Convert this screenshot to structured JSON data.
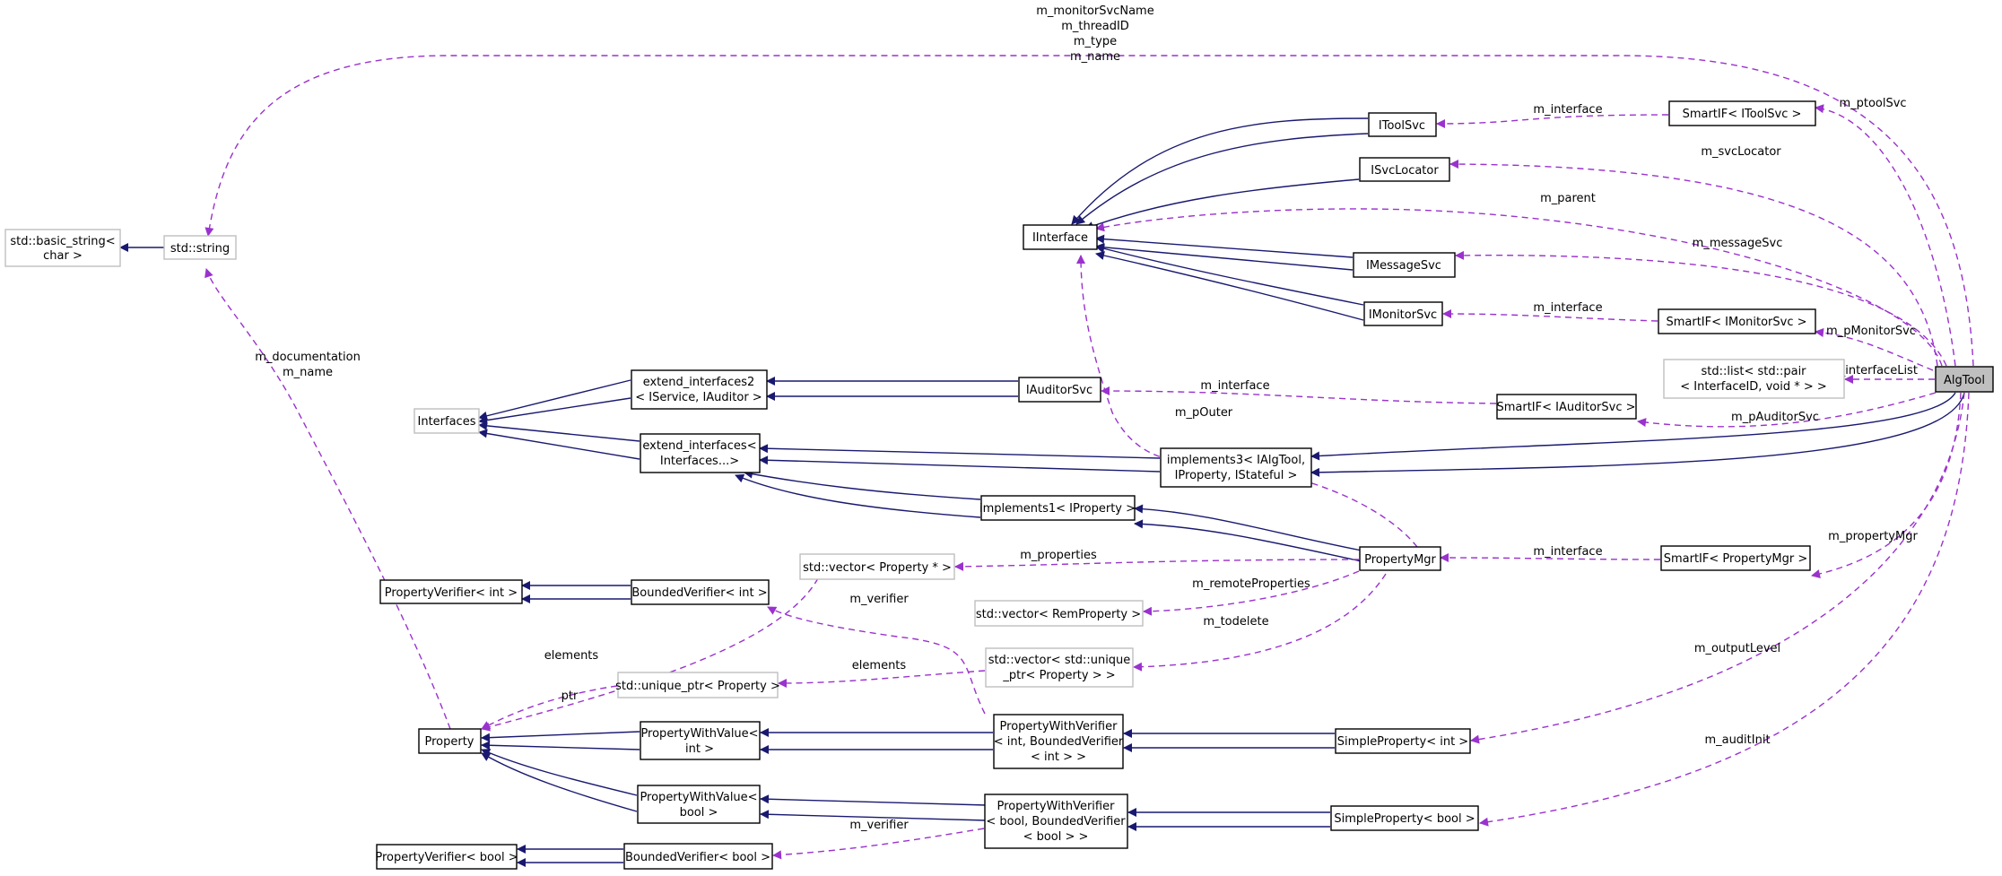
{
  "diagram": {
    "type": "class-collaboration-graph",
    "nodes": [
      {
        "id": "algtool",
        "lines": [
          "AlgTool"
        ],
        "style": "highlight"
      },
      {
        "id": "std-string",
        "lines": [
          "std::string"
        ],
        "style": "grey"
      },
      {
        "id": "std-basic-string",
        "lines": [
          "std::basic_string<",
          "char >"
        ],
        "style": "grey"
      },
      {
        "id": "iinterface",
        "lines": [
          "IInterface"
        ],
        "style": "normal"
      },
      {
        "id": "itoolsvc",
        "lines": [
          "IToolSvc"
        ],
        "style": "normal"
      },
      {
        "id": "isvclocator",
        "lines": [
          "ISvcLocator"
        ],
        "style": "normal"
      },
      {
        "id": "imessagesvc",
        "lines": [
          "IMessageSvc"
        ],
        "style": "normal"
      },
      {
        "id": "imonitorsvc",
        "lines": [
          "IMonitorSvc"
        ],
        "style": "normal"
      },
      {
        "id": "smartif-itoolsvc",
        "lines": [
          "SmartIF< IToolSvc >"
        ],
        "style": "normal"
      },
      {
        "id": "smartif-imonitorsvc",
        "lines": [
          "SmartIF< IMonitorSvc >"
        ],
        "style": "normal"
      },
      {
        "id": "std-list",
        "lines": [
          "std::list< std::pair",
          "< InterfaceID, void * > >"
        ],
        "style": "grey"
      },
      {
        "id": "interfaces",
        "lines": [
          "Interfaces"
        ],
        "style": "grey"
      },
      {
        "id": "extend-interfaces2",
        "lines": [
          "extend_interfaces2",
          "< IService, IAuditor >"
        ],
        "style": "normal"
      },
      {
        "id": "iauditorsvc",
        "lines": [
          "IAuditorSvc"
        ],
        "style": "normal"
      },
      {
        "id": "smartif-iauditorsvc",
        "lines": [
          "SmartIF< IAuditorSvc >"
        ],
        "style": "normal"
      },
      {
        "id": "extend-interfaces",
        "lines": [
          "extend_interfaces<",
          "Interfaces...>"
        ],
        "style": "normal"
      },
      {
        "id": "implements3",
        "lines": [
          "implements3< IAlgTool,",
          "IProperty, IStateful >"
        ],
        "style": "normal"
      },
      {
        "id": "implements1",
        "lines": [
          "implements1< IProperty >"
        ],
        "style": "normal"
      },
      {
        "id": "propertymgr",
        "lines": [
          "PropertyMgr"
        ],
        "style": "normal"
      },
      {
        "id": "smartif-propertymgr",
        "lines": [
          "SmartIF< PropertyMgr >"
        ],
        "style": "normal"
      },
      {
        "id": "vector-property-ptr",
        "lines": [
          "std::vector< Property * >"
        ],
        "style": "grey"
      },
      {
        "id": "propertyverifier-int",
        "lines": [
          "PropertyVerifier< int >"
        ],
        "style": "normal"
      },
      {
        "id": "boundedverifier-int",
        "lines": [
          "BoundedVerifier< int >"
        ],
        "style": "normal"
      },
      {
        "id": "vector-remproperty",
        "lines": [
          "std::vector< RemProperty >"
        ],
        "style": "grey"
      },
      {
        "id": "vector-unique-ptr",
        "lines": [
          "std::vector< std::unique",
          "_ptr< Property > >"
        ],
        "style": "grey"
      },
      {
        "id": "unique-ptr-property",
        "lines": [
          "std::unique_ptr< Property >"
        ],
        "style": "grey"
      },
      {
        "id": "property",
        "lines": [
          "Property"
        ],
        "style": "normal"
      },
      {
        "id": "propertywithvalue-int",
        "lines": [
          "PropertyWithValue<",
          "int >"
        ],
        "style": "normal"
      },
      {
        "id": "propertywithverifier-int",
        "lines": [
          "PropertyWithVerifier",
          "< int, BoundedVerifier",
          "< int > >"
        ],
        "style": "normal"
      },
      {
        "id": "simpleproperty-int",
        "lines": [
          "SimpleProperty< int >"
        ],
        "style": "normal"
      },
      {
        "id": "propertywithvalue-bool",
        "lines": [
          "PropertyWithValue<",
          "bool >"
        ],
        "style": "normal"
      },
      {
        "id": "propertywithverifier-bool",
        "lines": [
          "PropertyWithVerifier",
          "< bool, BoundedVerifier",
          "< bool > >"
        ],
        "style": "normal"
      },
      {
        "id": "simpleproperty-bool",
        "lines": [
          "SimpleProperty< bool >"
        ],
        "style": "normal"
      },
      {
        "id": "propertyverifier-bool",
        "lines": [
          "PropertyVerifier< bool >"
        ],
        "style": "normal"
      },
      {
        "id": "boundedverifier-bool",
        "lines": [
          "BoundedVerifier< bool >"
        ],
        "style": "normal"
      }
    ],
    "edge_labels": [
      {
        "id": "m-monitorsvcname",
        "text": "m_monitorSvcName"
      },
      {
        "id": "m-threadid",
        "text": "m_threadID"
      },
      {
        "id": "m-type",
        "text": "m_type"
      },
      {
        "id": "m-name-top",
        "text": "m_name"
      },
      {
        "id": "m-interface-tool",
        "text": "m_interface"
      },
      {
        "id": "m-ptoolsvc",
        "text": "m_ptoolSvc"
      },
      {
        "id": "m-svclocator",
        "text": "m_svcLocator"
      },
      {
        "id": "m-parent",
        "text": "m_parent"
      },
      {
        "id": "m-messagesvc",
        "text": "m_messageSvc"
      },
      {
        "id": "m-interface-monitor",
        "text": "m_interface"
      },
      {
        "id": "m-pmonitorsvc",
        "text": "m_pMonitorSvc"
      },
      {
        "id": "m-interfacelist",
        "text": "m_interfaceList"
      },
      {
        "id": "m-interface-auditor",
        "text": "m_interface"
      },
      {
        "id": "m-pouter",
        "text": "m_pOuter"
      },
      {
        "id": "m-pauditorsvc",
        "text": "m_pAuditorSvc"
      },
      {
        "id": "m-documentation",
        "text": "m_documentation"
      },
      {
        "id": "m-name-left",
        "text": "m_name"
      },
      {
        "id": "m-properties",
        "text": "m_properties"
      },
      {
        "id": "m-interface-propmgr",
        "text": "m_interface"
      },
      {
        "id": "m-propertymgr",
        "text": "m_propertyMgr"
      },
      {
        "id": "m-verifier-int",
        "text": "m_verifier"
      },
      {
        "id": "m-remoteproperties",
        "text": "m_remoteProperties"
      },
      {
        "id": "m-todelete",
        "text": "m_todelete"
      },
      {
        "id": "elements-vector",
        "text": "elements"
      },
      {
        "id": "elements-unique",
        "text": "elements"
      },
      {
        "id": "ptr",
        "text": "ptr"
      },
      {
        "id": "m-outputlevel",
        "text": "m_outputLevel"
      },
      {
        "id": "m-auditinit",
        "text": "m_auditInit"
      },
      {
        "id": "m-verifier-bool",
        "text": "m_verifier"
      }
    ]
  }
}
